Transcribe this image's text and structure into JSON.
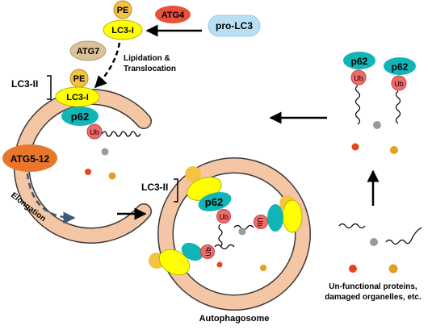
{
  "labels": {
    "pe": "PE",
    "lc3_i": "LC3-I",
    "atg4": "ATG4",
    "pro_lc3": "pro-LC3",
    "atg7": "ATG7",
    "lipidation_line1": "Lipidation &",
    "lipidation_line2": "Translocation",
    "lc3_ii": "LC3-II",
    "p62": "p62",
    "ub": "Ub",
    "atg5_12": "ATG5-12",
    "elongation": "Elongation",
    "autophagosome": "Autophagosome",
    "substrates_line1": "Un-functional proteins,",
    "substrates_line2": "damaged organelles, etc."
  },
  "colors": {
    "membrane": "#f5c6a5",
    "membrane_edge": "#3a3a3a",
    "lc3_yellow": "#ffff00",
    "pe_gold": "#f5c242",
    "p62_teal": "#11b5b8",
    "ub_red": "#f26b6b",
    "atg4_red": "#e8503a",
    "pro_lc3_blue": "#b9e0f2",
    "atg7_tan": "#d9c19a",
    "atg5_orange": "#e8762b",
    "organelle_red": "#e8451c",
    "organelle_gold": "#e0a020",
    "organelle_gray": "#9a9a9a",
    "elongation_dash": "#3b5a7a"
  }
}
